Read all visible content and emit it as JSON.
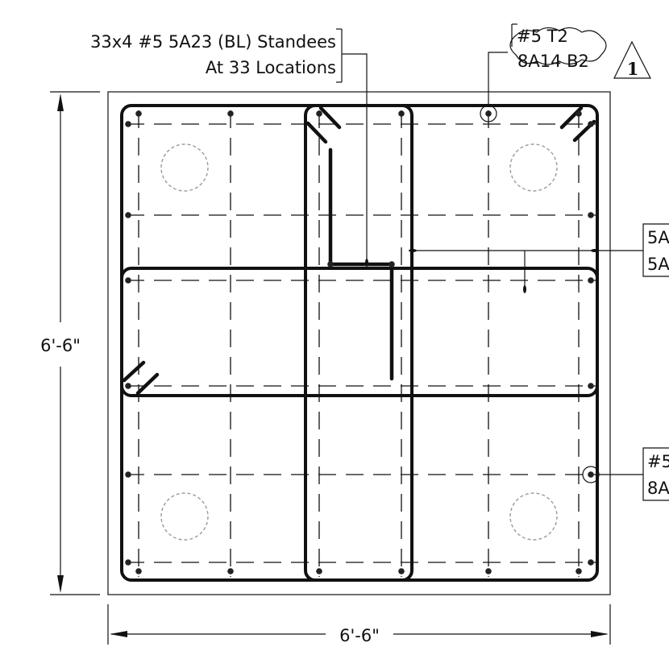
{
  "title": "",
  "notes": {
    "standees_line1": "33x4 #5  5A23 (BL)  Standees",
    "standees_line2": "At 33 Locations",
    "top_tag_line1": "#5 T2",
    "top_tag_line2": "8A14  B2",
    "revision": "1",
    "right_tag_a_line1": "5A",
    "right_tag_a_line2": "5A",
    "right_tag_b_line1": "#5",
    "right_tag_b_line2": "8A"
  },
  "dimensions": {
    "vertical": "6'-6\"",
    "horizontal": "6'-6\""
  },
  "colors": {
    "line": "#111111",
    "pile": "#9a9a9a",
    "background": "#ffffff"
  }
}
